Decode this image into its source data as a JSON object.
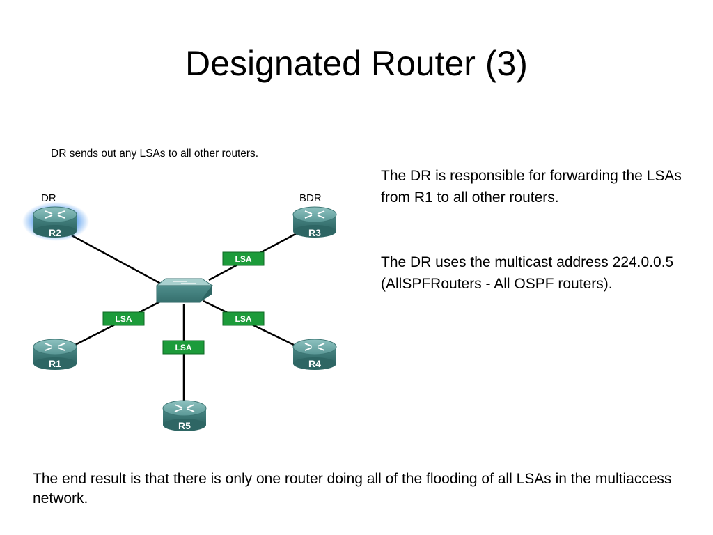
{
  "slide": {
    "title": "Designated Router (3)"
  },
  "diagram": {
    "caption": "DR sends out any LSAs to all other routers.",
    "role_labels": {
      "dr": "DR",
      "bdr": "BDR"
    },
    "routers": [
      {
        "id": "r2",
        "label": "R2",
        "role": "DR",
        "highlighted": true
      },
      {
        "id": "r3",
        "label": "R3",
        "role": "BDR",
        "highlighted": false
      },
      {
        "id": "r1",
        "label": "R1",
        "highlighted": false
      },
      {
        "id": "r4",
        "label": "R4",
        "highlighted": false
      },
      {
        "id": "r5",
        "label": "R5",
        "highlighted": false
      }
    ],
    "lsa_tags": [
      {
        "id": "to-r3",
        "text": "LSA"
      },
      {
        "id": "to-r1",
        "text": "LSA"
      },
      {
        "id": "to-r4",
        "text": "LSA"
      },
      {
        "id": "to-r5",
        "text": "LSA"
      }
    ],
    "colors": {
      "router_body": "#4f8e8c",
      "router_highlight": "#5aa0f0",
      "switch_body": "#5f9896",
      "lsa_tag": "#1c9b3a",
      "link": "#000000"
    }
  },
  "text": {
    "paragraph_1": "The DR is responsible for forwarding the LSAs from R1 to all other routers.",
    "paragraph_2": "The DR uses the multicast address 224.0.0.5 (AllSPFRouters - All OSPF routers).",
    "bottom": "The end result is that there is only one router doing all of the flooding of all LSAs in the multiaccess network."
  }
}
